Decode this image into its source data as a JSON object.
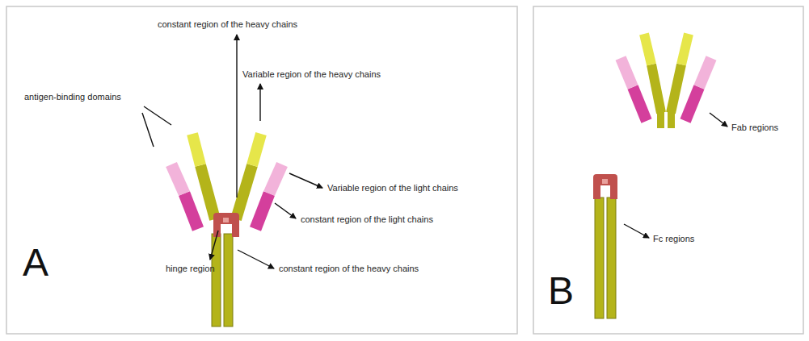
{
  "diagram": {
    "labels": [
      "constant region of the heavy chains",
      "Variable region of the heavy chains",
      "antigen-binding domains",
      "Variable region of the light chains",
      "constant region of the light chains",
      "hinge region",
      "constant region of the heavy chains",
      "A",
      "Fab regions",
      "Fc regions",
      "B"
    ]
  }
}
